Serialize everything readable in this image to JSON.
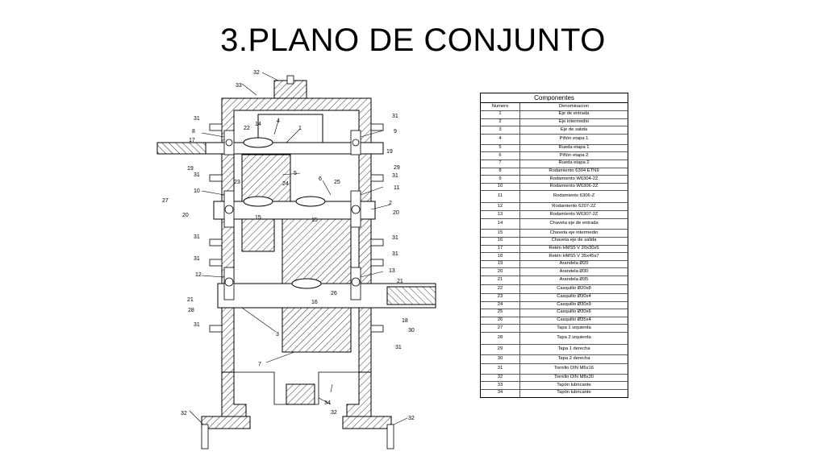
{
  "slide": {
    "title": "3.PLANO DE CONJUNTO"
  },
  "table": {
    "caption": "Componentes",
    "col_number": "Numero",
    "col_name": "Denominacion",
    "rows": [
      {
        "n": "1",
        "d": "Eje de entrada"
      },
      {
        "n": "2",
        "d": "Eje intermedio"
      },
      {
        "n": "3",
        "d": "Eje de salida"
      },
      {
        "n": "4",
        "d": "Piñón etapa 1"
      },
      {
        "n": "5",
        "d": "Rueda etapa 1"
      },
      {
        "n": "6",
        "d": "Piñón etapa 2"
      },
      {
        "n": "7",
        "d": "Rueda etapa 2"
      },
      {
        "n": "8",
        "d": "Rodamiento 6304 ETN9"
      },
      {
        "n": "9",
        "d": "Rodamiento W6304-2Z"
      },
      {
        "n": "10",
        "d": "Rodamiento W6306-2Z"
      },
      {
        "n": "11",
        "d": "Rodamiento 6306-Z"
      },
      {
        "n": "12",
        "d": "Rodamiento 6207-2Z"
      },
      {
        "n": "13",
        "d": "Rodamiento W6307-2Z"
      },
      {
        "n": "14",
        "d": "Chaveta eje de entrada"
      },
      {
        "n": "15",
        "d": "Chaveta eje intermedio"
      },
      {
        "n": "16",
        "d": "Chaveta eje de salida"
      },
      {
        "n": "17",
        "d": "Retén HMS5 V 20x30x5"
      },
      {
        "n": "18",
        "d": "Retén HMS5 V 35x45x7"
      },
      {
        "n": "19",
        "d": "Arandela Ø20"
      },
      {
        "n": "20",
        "d": "Arandela Ø30"
      },
      {
        "n": "21",
        "d": "Arandela Ø35"
      },
      {
        "n": "22",
        "d": "Casquillo Ø20x8"
      },
      {
        "n": "23",
        "d": "Casquillo Ø30x4"
      },
      {
        "n": "24",
        "d": "Casquillo Ø30x9"
      },
      {
        "n": "25",
        "d": "Casquillo Ø30x6"
      },
      {
        "n": "26",
        "d": "Casquillo Ø35x4"
      },
      {
        "n": "27",
        "d": "Tapa 1 izquierda"
      },
      {
        "n": "28",
        "d": "Tapa 2 izquierda"
      },
      {
        "n": "29",
        "d": "Tapa 1 derecha"
      },
      {
        "n": "30",
        "d": "Tapa 2 derecha"
      },
      {
        "n": "31",
        "d": "Tornillo DIN M6x16"
      },
      {
        "n": "32",
        "d": "Tornillo DIN M8x30"
      },
      {
        "n": "33",
        "d": "Tapón lubricante"
      },
      {
        "n": "34",
        "d": "Tapón lubricante"
      }
    ]
  },
  "drawing": {
    "labels": [
      "1",
      "2",
      "3",
      "4",
      "5",
      "6",
      "7",
      "8",
      "9",
      "10",
      "11",
      "12",
      "13",
      "14",
      "15",
      "15",
      "16",
      "17",
      "18",
      "19",
      "19",
      "20",
      "20",
      "21",
      "21",
      "22",
      "23",
      "24",
      "25",
      "26",
      "27",
      "28",
      "29",
      "30",
      "31",
      "31",
      "31",
      "31",
      "31",
      "31",
      "31",
      "31",
      "31",
      "31",
      "32",
      "32",
      "32",
      "32",
      "33",
      "34"
    ]
  }
}
